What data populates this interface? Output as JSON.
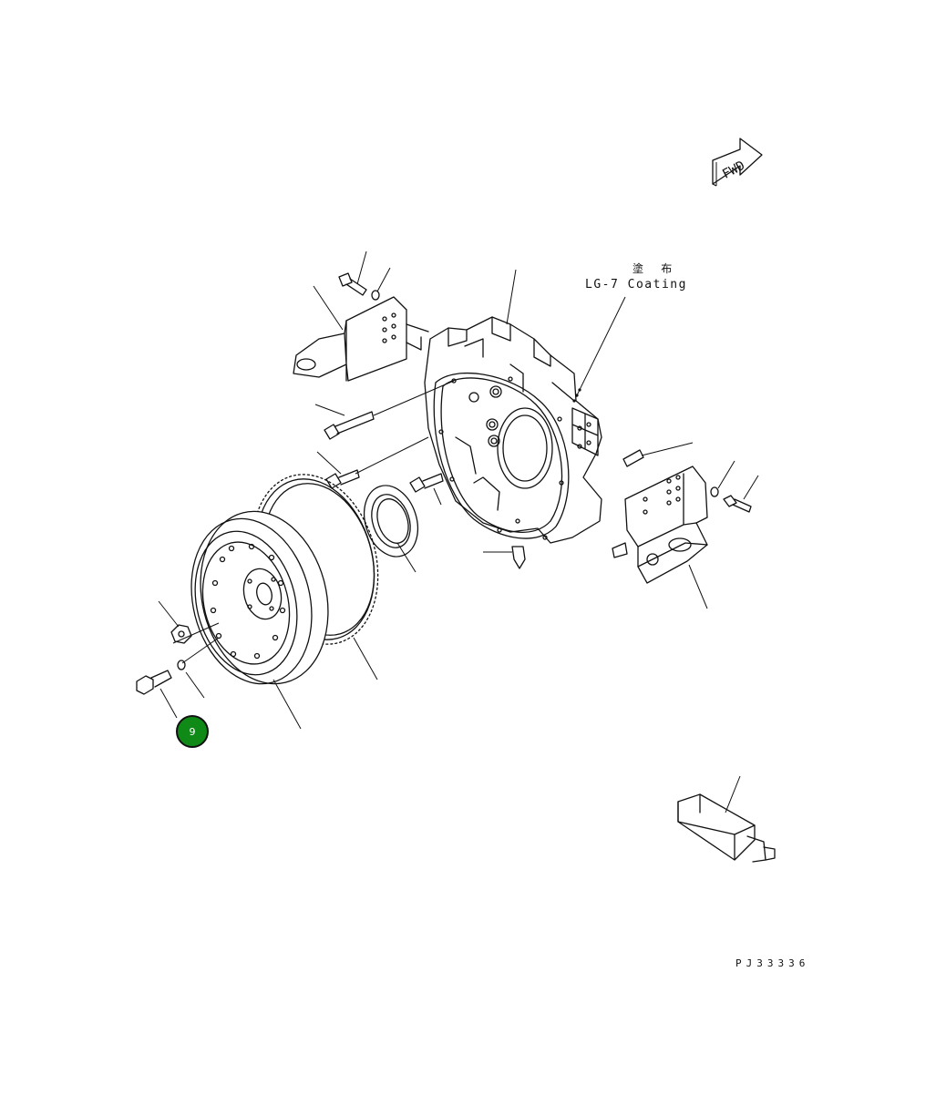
{
  "diagram": {
    "fwd_label": "FWD",
    "coating_label_jp": "塗 布",
    "coating_label_en": "LG-7 Coating",
    "figure_id": "PJ33336",
    "callout": {
      "label": "9",
      "color": "#0f8a17"
    }
  }
}
